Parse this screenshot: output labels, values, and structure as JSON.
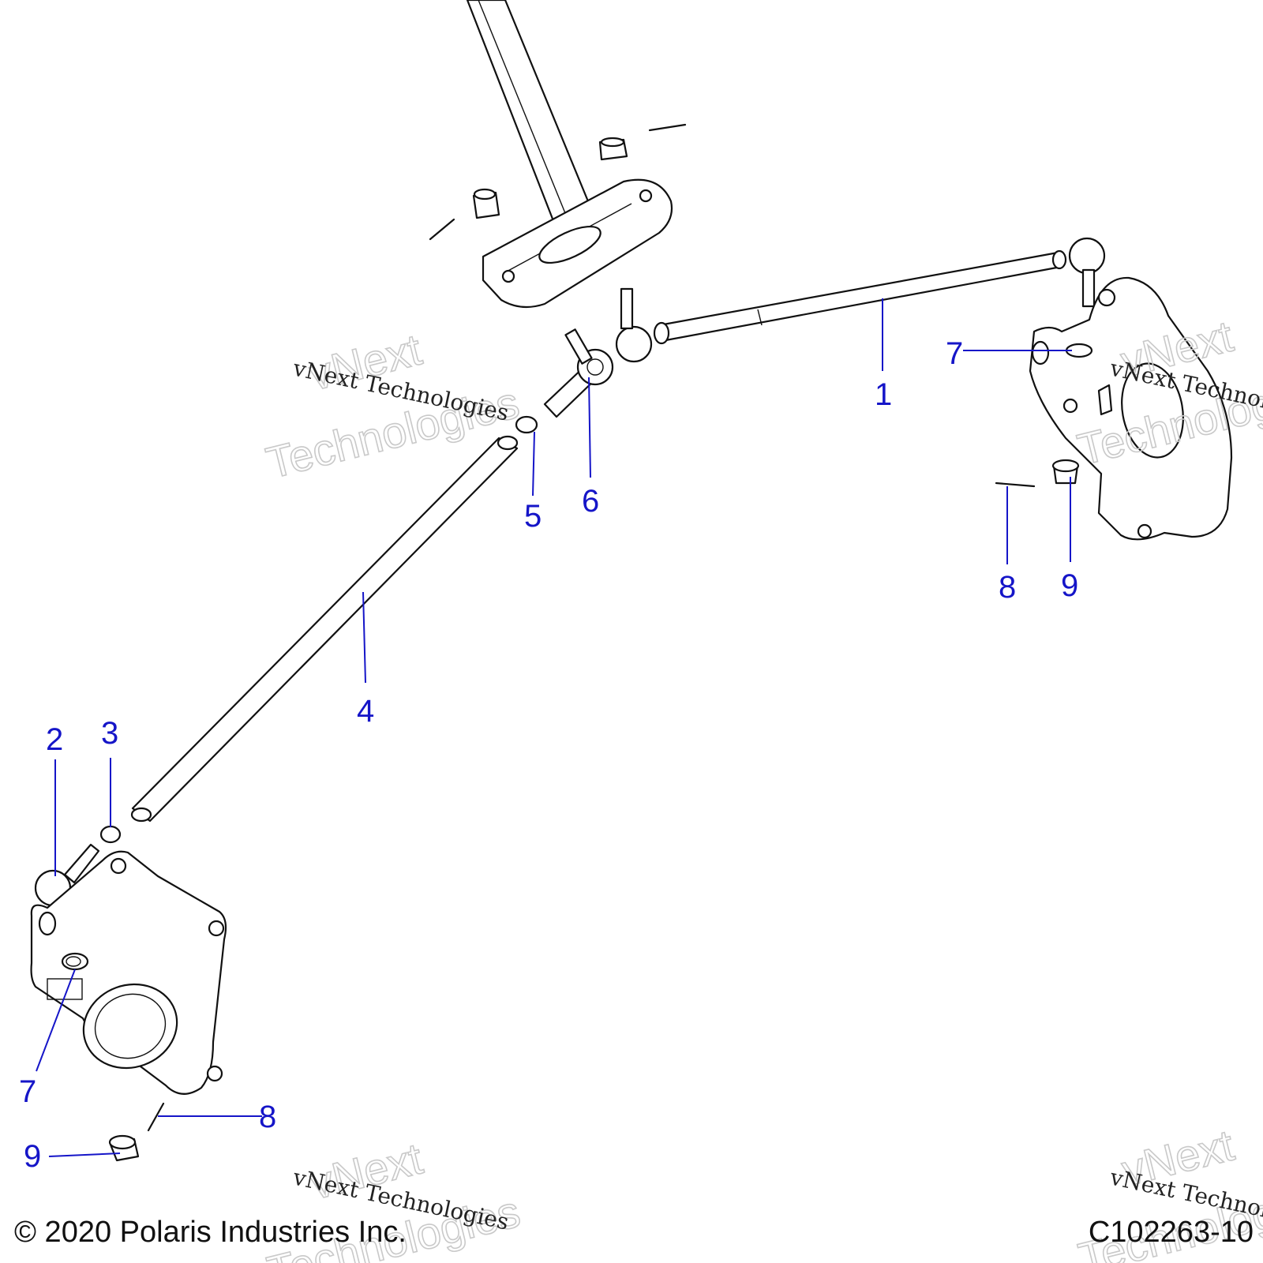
{
  "diagram": {
    "callouts": [
      {
        "id": "1",
        "label": "1"
      },
      {
        "id": "2",
        "label": "2"
      },
      {
        "id": "3",
        "label": "3"
      },
      {
        "id": "4",
        "label": "4"
      },
      {
        "id": "5",
        "label": "5"
      },
      {
        "id": "6",
        "label": "6"
      },
      {
        "id": "7a",
        "label": "7"
      },
      {
        "id": "7b",
        "label": "7"
      },
      {
        "id": "8a",
        "label": "8"
      },
      {
        "id": "8b",
        "label": "8"
      },
      {
        "id": "9a",
        "label": "9"
      },
      {
        "id": "9b",
        "label": "9"
      }
    ],
    "watermark": {
      "serif_text": "vNext Technologies",
      "outline_line1": "vNext",
      "outline_line2": "Technologies"
    },
    "footer": {
      "copyright": "© 2020 Polaris Industries Inc.",
      "figure_code": "C102263-10"
    },
    "colors": {
      "callout": "#1515c8",
      "linework": "#111111",
      "watermark_outline": "#c9c9c9"
    }
  }
}
